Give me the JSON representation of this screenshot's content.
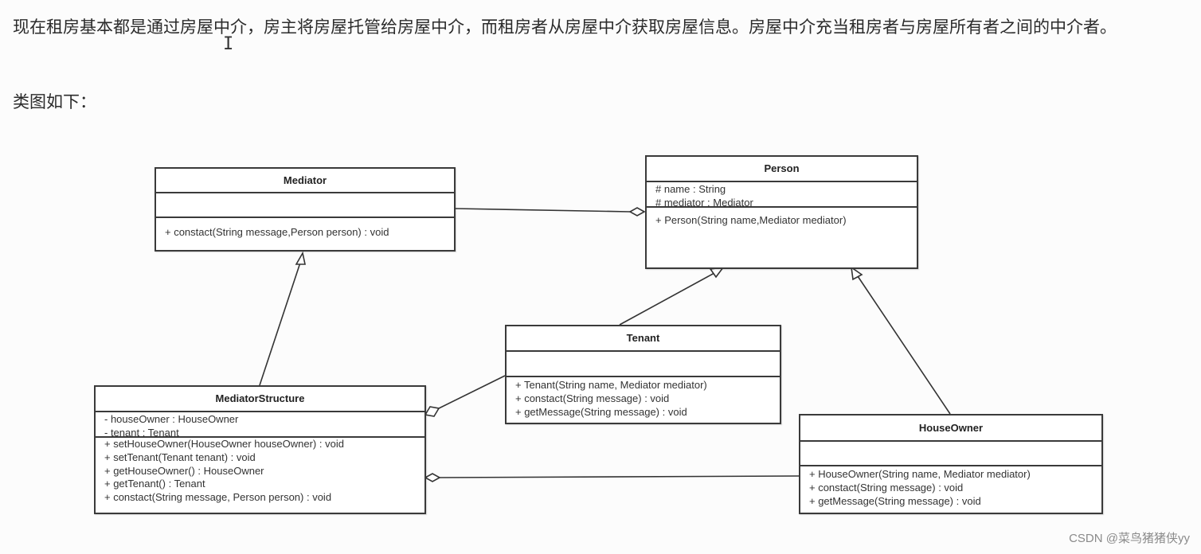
{
  "intro": "现在租房基本都是通过房屋中介，房主将房屋托管给房屋中介，而租房者从房屋中介获取房屋信息。房屋中介充当租房者与房屋所有者之间的中介者。",
  "class_diagram_label": "类图如下：",
  "cursor_glyph": "I",
  "classes": {
    "mediator": {
      "name": "Mediator",
      "attributes": [],
      "operations": [
        "+ constact(String message,Person person) : void"
      ]
    },
    "person": {
      "name": "Person",
      "attributes": [
        "# name : String",
        "# mediator : Mediator"
      ],
      "operations": [
        "+ Person(String name,Mediator mediator)"
      ]
    },
    "tenant": {
      "name": "Tenant",
      "attributes": [],
      "operations": [
        "+ Tenant(String name, Mediator mediator)",
        "+ constact(String message) : void",
        "+ getMessage(String message) : void"
      ]
    },
    "mediator_structure": {
      "name": "MediatorStructure",
      "attributes": [
        "- houseOwner : HouseOwner",
        "- tenant : Tenant"
      ],
      "operations": [
        "+ setHouseOwner(HouseOwner houseOwner) : void",
        "+ setTenant(Tenant tenant) : void",
        "+ getHouseOwner() : HouseOwner",
        "+ getTenant() : Tenant",
        "+ constact(String message, Person person) : void"
      ]
    },
    "house_owner": {
      "name": "HouseOwner",
      "attributes": [],
      "operations": [
        "+ HouseOwner(String name, Mediator mediator)",
        "+ constact(String message) : void",
        "+ getMessage(String message) : void"
      ]
    }
  },
  "relationships": [
    {
      "from": "Person",
      "to": "Mediator",
      "type": "aggregation"
    },
    {
      "from": "MediatorStructure",
      "to": "Mediator",
      "type": "generalization"
    },
    {
      "from": "Tenant",
      "to": "Person",
      "type": "generalization"
    },
    {
      "from": "HouseOwner",
      "to": "Person",
      "type": "generalization"
    },
    {
      "from": "MediatorStructure",
      "to": "Tenant",
      "type": "aggregation"
    },
    {
      "from": "MediatorStructure",
      "to": "HouseOwner",
      "type": "aggregation"
    }
  ],
  "watermark": "CSDN @菜鸟猪猪侠yy"
}
